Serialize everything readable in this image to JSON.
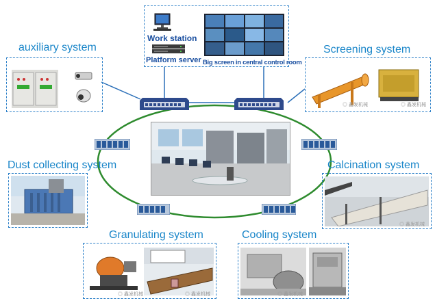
{
  "top": {
    "workstation_label": "Work station",
    "platform_server_label": "Platform server",
    "bigscreen_label": "Big screen in central control room"
  },
  "systems": {
    "auxiliary": "auxiliary system",
    "screening": "Screening system",
    "dust": "Dust collecting system",
    "calcination": "Calcination system",
    "granulating": "Granulating system",
    "cooling": "Cooling system"
  },
  "colors": {
    "accent_blue": "#1a86c9",
    "ring_green": "#2e8b2e",
    "line_blue": "#2a6fb8"
  },
  "icons": [
    "monitor-icon",
    "server-icon",
    "network-switch-icon",
    "plc-node-icon"
  ]
}
